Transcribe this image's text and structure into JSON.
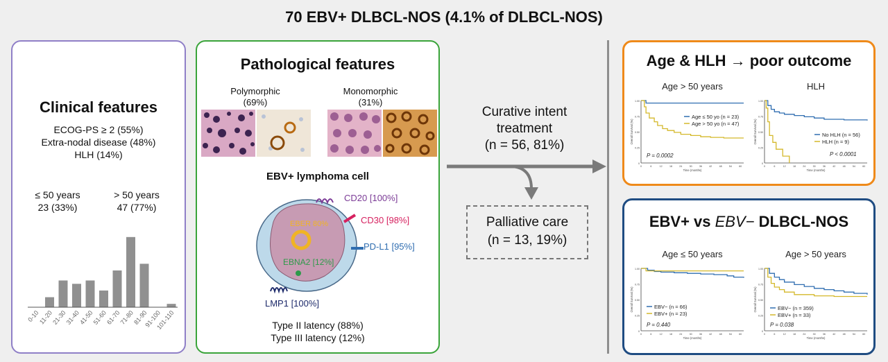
{
  "title": "70 EBV+ DLBCL-NOS (4.1% of DLBCL-NOS)",
  "clinical": {
    "heading": "Clinical features",
    "features": [
      "ECOG-PS ≥ 2 (55%)",
      "Extra-nodal disease (48%)",
      "HLH (14%)"
    ],
    "young_label": "≤ 50 years",
    "young_value": "23 (33%)",
    "old_label": "> 50 years",
    "old_value": "47 (77%)"
  },
  "chart_data": [
    {
      "type": "bar",
      "categories": [
        "0-10",
        "11-20",
        "21-30",
        "31-40",
        "41-50",
        "51-60",
        "61-70",
        "71-80",
        "81-90",
        "91-100",
        "101-110"
      ],
      "values": [
        0,
        3,
        8,
        7,
        8,
        5,
        11,
        21,
        13,
        0,
        1
      ],
      "title": "",
      "xlabel": "",
      "ylabel": "",
      "ylim": [
        0,
        22
      ],
      "bar_color": "#909090"
    },
    {
      "type": "line",
      "title": "Age > 50 years",
      "ylabel": "Overall Survival (%)",
      "xlabel": "Time (months)",
      "xlim": [
        0,
        62
      ],
      "ylim": [
        0,
        1
      ],
      "x_ticks": [
        0,
        6,
        12,
        18,
        24,
        30,
        36,
        42,
        48,
        54,
        60
      ],
      "y_ticks": [
        0,
        0.25,
        0.5,
        0.75,
        1
      ],
      "series": [
        {
          "name": "Age ≤ 50 yo (n = 23)",
          "color": "#2f6db0",
          "x": [
            0,
            2,
            3,
            62
          ],
          "y": [
            1,
            1,
            0.96,
            0.96
          ]
        },
        {
          "name": "Age > 50 yo (n = 47)",
          "color": "#d4b82a",
          "x": [
            0,
            2,
            3,
            5,
            8,
            10,
            13,
            16,
            20,
            24,
            30,
            36,
            42,
            50,
            62
          ],
          "y": [
            1,
            0.9,
            0.8,
            0.72,
            0.66,
            0.6,
            0.55,
            0.52,
            0.49,
            0.46,
            0.44,
            0.42,
            0.41,
            0.4,
            0.4
          ]
        }
      ],
      "annotation": "P = 0.0002"
    },
    {
      "type": "line",
      "title": "HLH",
      "ylabel": "Overall Survival (%)",
      "xlabel": "Time (months)",
      "xlim": [
        0,
        62
      ],
      "ylim": [
        0,
        1
      ],
      "x_ticks": [
        0,
        6,
        12,
        18,
        24,
        30,
        36,
        42,
        48,
        54,
        60
      ],
      "y_ticks": [
        0,
        0.25,
        0.5,
        0.75,
        1
      ],
      "series": [
        {
          "name": "No HLH (n = 56)",
          "color": "#2f6db0",
          "x": [
            0,
            2,
            4,
            6,
            9,
            12,
            18,
            24,
            30,
            36,
            48,
            62
          ],
          "y": [
            1,
            0.92,
            0.86,
            0.82,
            0.8,
            0.78,
            0.76,
            0.74,
            0.72,
            0.7,
            0.69,
            0.68
          ]
        },
        {
          "name": "HLH (n = 9)",
          "color": "#d4b82a",
          "x": [
            0,
            1,
            2,
            3,
            5,
            7,
            9,
            11,
            13,
            15
          ],
          "y": [
            1,
            0.88,
            0.66,
            0.44,
            0.33,
            0.22,
            0.22,
            0.11,
            0.11,
            0.0
          ]
        }
      ],
      "annotation": "P < 0.0001"
    },
    {
      "type": "line",
      "title": "Age ≤ 50 years",
      "ylabel": "Overall Survival (%)",
      "xlabel": "Time (months)",
      "xlim": [
        0,
        62
      ],
      "ylim": [
        0,
        1
      ],
      "x_ticks": [
        0,
        6,
        12,
        18,
        24,
        30,
        36,
        42,
        48,
        54,
        60
      ],
      "y_ticks": [
        0,
        0.25,
        0.5,
        0.75,
        1
      ],
      "series": [
        {
          "name": "EBV− (n = 66)",
          "color": "#2f6db0",
          "x": [
            0,
            4,
            8,
            12,
            20,
            28,
            36,
            44,
            52,
            56,
            62
          ],
          "y": [
            1,
            0.97,
            0.95,
            0.94,
            0.93,
            0.92,
            0.91,
            0.9,
            0.88,
            0.86,
            0.85
          ]
        },
        {
          "name": "EBV+ (n = 23)",
          "color": "#d4b82a",
          "x": [
            0,
            2,
            3,
            62
          ],
          "y": [
            1,
            1,
            0.96,
            0.96
          ]
        }
      ],
      "annotation": "P = 0.440"
    },
    {
      "type": "line",
      "title": "Age > 50 years",
      "ylabel": "Overall Survival (%)",
      "xlabel": "Time (months)",
      "xlim": [
        0,
        62
      ],
      "ylim": [
        0,
        1
      ],
      "x_ticks": [
        0,
        6,
        12,
        18,
        24,
        30,
        36,
        42,
        48,
        54,
        60
      ],
      "y_ticks": [
        0,
        0.25,
        0.5,
        0.75,
        1
      ],
      "series": [
        {
          "name": "EBV− (n = 359)",
          "color": "#2f6db0",
          "x": [
            0,
            3,
            6,
            9,
            12,
            18,
            24,
            30,
            36,
            42,
            48,
            54,
            62
          ],
          "y": [
            1,
            0.92,
            0.86,
            0.82,
            0.78,
            0.74,
            0.71,
            0.68,
            0.66,
            0.64,
            0.62,
            0.6,
            0.58
          ]
        },
        {
          "name": "EBV+ (n = 33)",
          "color": "#d4b82a",
          "x": [
            0,
            2,
            4,
            6,
            9,
            12,
            18,
            30,
            42,
            62
          ],
          "y": [
            1,
            0.86,
            0.76,
            0.7,
            0.66,
            0.62,
            0.58,
            0.56,
            0.55,
            0.55
          ]
        }
      ],
      "annotation": "P = 0.038"
    }
  ],
  "pathology": {
    "heading": "Pathological features",
    "poly_label": "Polymorphic",
    "poly_pct": "(69%)",
    "mono_label": "Monomorphic",
    "mono_pct": "(31%)",
    "cell_title": "EBV+ lymphoma cell",
    "cd20": "CD20 [100%]",
    "cd30": "CD30 [98%]",
    "pdl1": "PD-L1 [95%]",
    "eber": "EBER 80%",
    "ebna2": "EBNA2 [12%]",
    "lmp1": "LMP1 [100%]",
    "latency2": "Type II latency (88%)",
    "latency3": "Type III latency (12%)"
  },
  "treatment": {
    "curative_line1": "Curative intent",
    "curative_line2": "treatment",
    "curative_line3": "(n = 56, 81%)",
    "palliative_line1": "Palliative care",
    "palliative_line2": "(n = 13, 19%)"
  },
  "outcome": {
    "heading": "Age & HLH → poor outcome"
  },
  "comparison": {
    "heading_a": "EBV+ vs ",
    "heading_b": "EBV−",
    "heading_c": " DLBCL-NOS"
  },
  "colors": {
    "clinical_border": "#8f7fc7",
    "pathology_border": "#3aa43a",
    "outcome_border": "#ef8a1a",
    "comparison_border": "#1f4c82",
    "cd20": "#7b3b96",
    "cd30": "#d6215f",
    "pdl1": "#2f6db0",
    "eber": "#f0b424",
    "ebna2": "#2d9a4a",
    "lmp1": "#1d2a6a"
  }
}
